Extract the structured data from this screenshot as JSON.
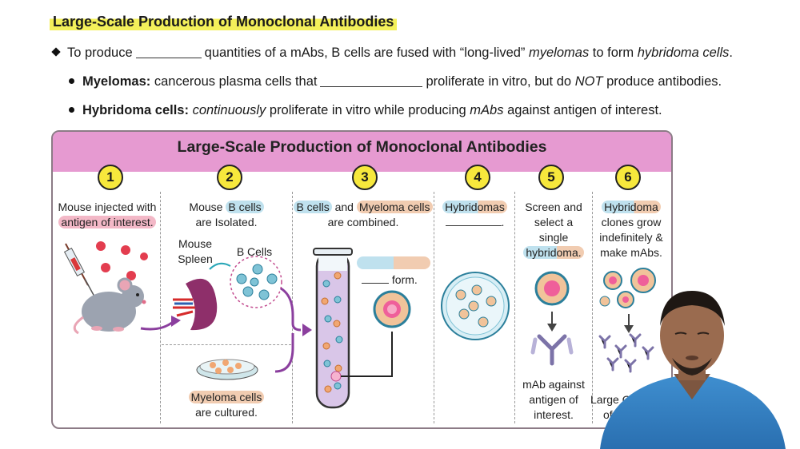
{
  "slide": {
    "title": "Large-Scale Production of Monoclonal Antibodies",
    "bullet1_a": "To produce",
    "bullet1_b": "quantities of a mAbs, B cells are fused with “long-lived”",
    "bullet1_c": "myelomas",
    "bullet1_d": "to form",
    "bullet1_e": "hybridoma cells",
    "bullet2_label": "Myelomas:",
    "bullet2_a": "cancerous plasma cells that",
    "bullet2_b": "proliferate in vitro, but do",
    "bullet2_c": "NOT",
    "bullet2_d": "produce antibodies.",
    "bullet3_label": "Hybridoma cells:",
    "bullet3_a": "continuously",
    "bullet3_b": "proliferate in vitro while producing",
    "bullet3_c": "mAbs",
    "bullet3_d": "against antigen of interest."
  },
  "diagram": {
    "title": "Large-Scale Production of Monoclonal Antibodies",
    "steps": [
      {
        "num": "1",
        "line1": "Mouse injected with",
        "line2": "antigen of interest."
      },
      {
        "num": "2",
        "line1a": "Mouse",
        "line1b": "B cells",
        "line2": "are Isolated.",
        "spleen_a": "Mouse",
        "spleen_b": "Spleen",
        "bcells": "B Cells",
        "myeloma": "Myeloma cells",
        "cultured": "are cultured."
      },
      {
        "num": "3",
        "line1a": "B cells",
        "line1b": "and",
        "line1c": "Myeloma cells",
        "line2": "are combined.",
        "form": "form."
      },
      {
        "num": "4",
        "line1": "Hybridomas",
        "line2": "."
      },
      {
        "num": "5",
        "line1": "Screen and",
        "line2": "select a",
        "line3": "single",
        "line4": "hybridoma.",
        "mab1": "mAb against",
        "mab2": "antigen of",
        "mab3": "interest."
      },
      {
        "num": "6",
        "line1": "Hybridoma",
        "line2": "clones grow",
        "line3": "indefinitely &",
        "line4": "make mAbs.",
        "large": "Large Q",
        "of": "of"
      }
    ]
  },
  "colors": {
    "highlight": "#f3f05a",
    "header": "#e69ad1",
    "step_badge": "#f7e83c",
    "purple": "#8b3f9e"
  }
}
